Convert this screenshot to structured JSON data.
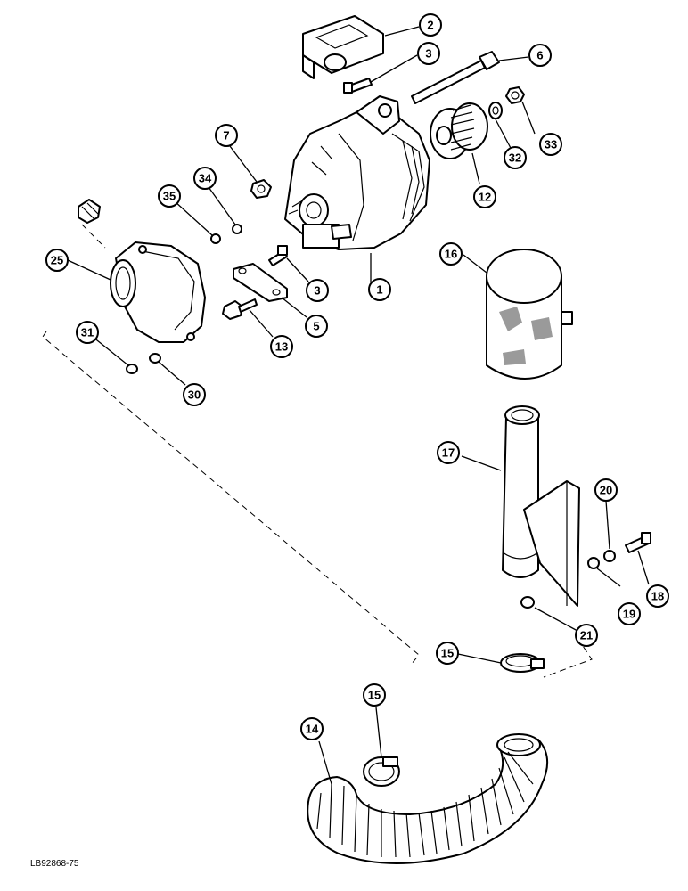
{
  "figure_code": "LB92868-75",
  "callouts": [
    {
      "id": "c1",
      "label": "1"
    },
    {
      "id": "c2",
      "label": "2"
    },
    {
      "id": "c3a",
      "label": "3"
    },
    {
      "id": "c3b",
      "label": "3"
    },
    {
      "id": "c5",
      "label": "5"
    },
    {
      "id": "c6",
      "label": "6"
    },
    {
      "id": "c7",
      "label": "7"
    },
    {
      "id": "c12",
      "label": "12"
    },
    {
      "id": "c13",
      "label": "13"
    },
    {
      "id": "c14",
      "label": "14"
    },
    {
      "id": "c15a",
      "label": "15"
    },
    {
      "id": "c15b",
      "label": "15"
    },
    {
      "id": "c16",
      "label": "16"
    },
    {
      "id": "c17",
      "label": "17"
    },
    {
      "id": "c18",
      "label": "18"
    },
    {
      "id": "c19",
      "label": "19"
    },
    {
      "id": "c20",
      "label": "20"
    },
    {
      "id": "c21",
      "label": "21"
    },
    {
      "id": "c25",
      "label": "25"
    },
    {
      "id": "c30",
      "label": "30"
    },
    {
      "id": "c31",
      "label": "31"
    },
    {
      "id": "c32",
      "label": "32"
    },
    {
      "id": "c33",
      "label": "33"
    },
    {
      "id": "c34",
      "label": "34"
    },
    {
      "id": "c35",
      "label": "35"
    }
  ]
}
